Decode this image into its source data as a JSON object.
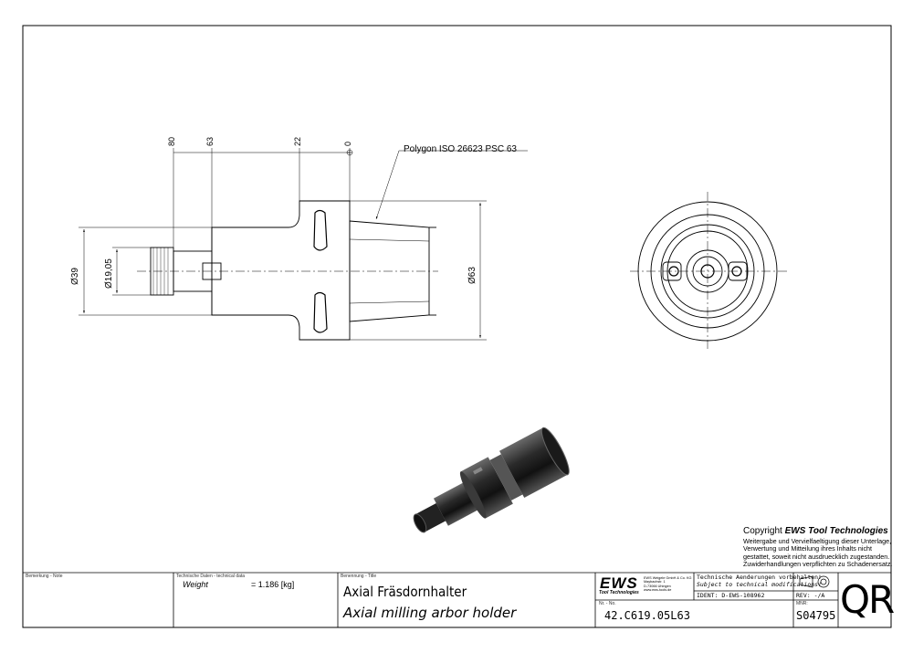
{
  "dimensions": {
    "top": [
      "80",
      "63",
      "22",
      "0"
    ],
    "polygon": "Polygon ISO 26623 PSC 63",
    "dia_39": "Ø39",
    "dia_19": "Ø19,05",
    "dia_63": "Ø63"
  },
  "copyright": {
    "title_prefix": "Copyright ",
    "title_brand": "EWS Tool Technologies",
    "lines": [
      "Weitergabe und Vervielfaeltigung dieser Unterlage,",
      "Verwertung und Mitteilung ihres Inhalts nicht",
      "gestattet, soweit nicht ausdruecklich zugestanden.",
      "Zuwiderhandlungen verpflichten zu Schadenersatz."
    ]
  },
  "title_block": {
    "note_label": "Bemerkung - Note",
    "tech_label": "Technische Daten - technical data",
    "weight_label": "Weight",
    "weight_value": "= 1.186 [kg]",
    "title_label": "Benennung - Title",
    "title_de": "Axial Fräsdornhalter",
    "title_en": "Axial milling arbor holder",
    "logo_text": "EWS",
    "logo_sub": "Tool Technologies",
    "company_lines": [
      "EWS Weigele GmbH & Co. KG",
      "Maybachstr. 1",
      "D-73066 Uhingen",
      "www.ews-tools.de"
    ],
    "tech_change_de": "Technische Aenderungen vorbehalten!",
    "tech_change_en": "Subject to technical modifications!",
    "ident": "IDENT: D-EWS-108962",
    "rev": "REV: -/A",
    "nr_label": "Nr. - No.",
    "part_no": "42.C619.05L63",
    "mnr_label": "MNR:",
    "mnr": "S04795",
    "qr": "QR"
  }
}
